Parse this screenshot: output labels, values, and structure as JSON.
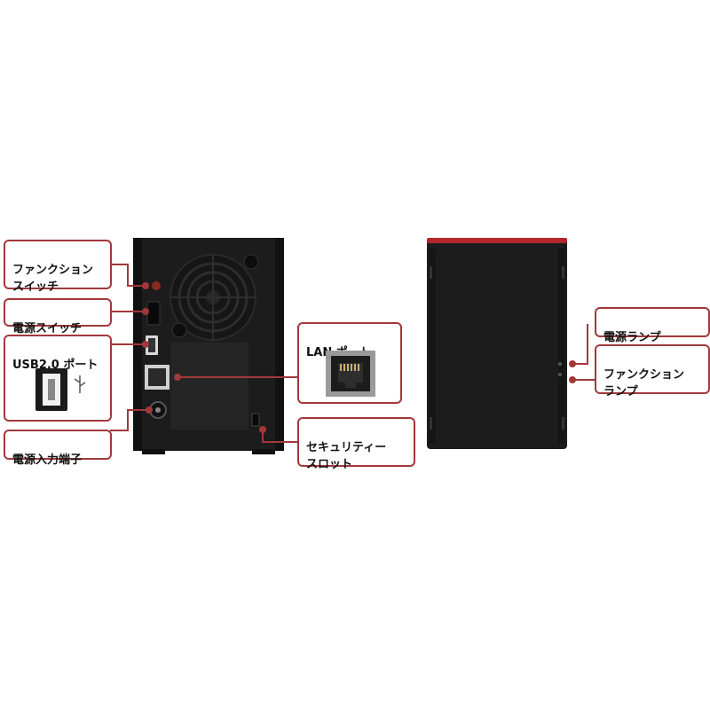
{
  "colors": {
    "callout_border": "#a2383b",
    "callout_line": "#a2383b",
    "device_body": "#1c1c1c",
    "device_accent": "#b3262b"
  },
  "callouts": {
    "function_switch": "ファンクション\nスイッチ",
    "power_switch": "電源スイッチ",
    "usb_port": "USB2.0 ポート",
    "power_input": "電源入力端子",
    "lan_port": "LAN ポート",
    "security_slot": "セキュリティー\nスロット",
    "power_lamp": "電源ランプ",
    "function_lamp": "ファンクション\nランプ"
  },
  "icons": {
    "usb": "usb-icon",
    "lan": "lan-jack-icon"
  }
}
